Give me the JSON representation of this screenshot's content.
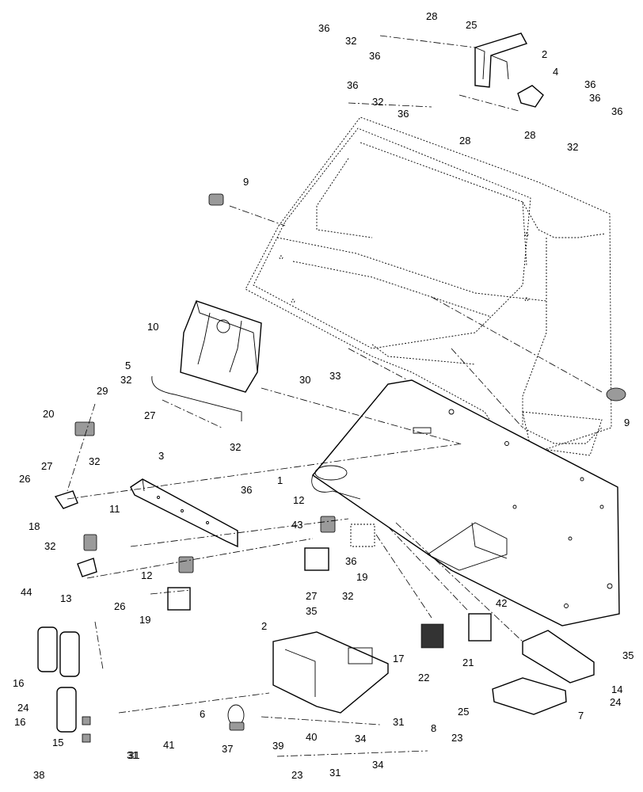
{
  "callouts": [
    {
      "id": "c36a",
      "text": "36"
    },
    {
      "id": "c32a",
      "text": "32"
    },
    {
      "id": "c36b",
      "text": "36"
    },
    {
      "id": "c28a",
      "text": "28"
    },
    {
      "id": "c25a",
      "text": "25"
    },
    {
      "id": "c2a",
      "text": "2"
    },
    {
      "id": "c4",
      "text": "4"
    },
    {
      "id": "c36c",
      "text": "36"
    },
    {
      "id": "c32b",
      "text": "32"
    },
    {
      "id": "c36d",
      "text": "36"
    },
    {
      "id": "c36e",
      "text": "36"
    },
    {
      "id": "c36f",
      "text": "36"
    },
    {
      "id": "c36g",
      "text": "36"
    },
    {
      "id": "c28b",
      "text": "28"
    },
    {
      "id": "c28c",
      "text": "28"
    },
    {
      "id": "c32c",
      "text": "32"
    },
    {
      "id": "c9a",
      "text": "9"
    },
    {
      "id": "c10",
      "text": "10"
    },
    {
      "id": "c5",
      "text": "5"
    },
    {
      "id": "c32d",
      "text": "32"
    },
    {
      "id": "c29",
      "text": "29"
    },
    {
      "id": "c30",
      "text": "30"
    },
    {
      "id": "c33",
      "text": "33"
    },
    {
      "id": "c9b",
      "text": "9"
    },
    {
      "id": "c20",
      "text": "20"
    },
    {
      "id": "c27a",
      "text": "27"
    },
    {
      "id": "c32e",
      "text": "32"
    },
    {
      "id": "c27b",
      "text": "27"
    },
    {
      "id": "c32f",
      "text": "32"
    },
    {
      "id": "c3",
      "text": "3"
    },
    {
      "id": "c26a",
      "text": "26"
    },
    {
      "id": "c1",
      "text": "1"
    },
    {
      "id": "c36h",
      "text": "36"
    },
    {
      "id": "c18",
      "text": "18"
    },
    {
      "id": "c11",
      "text": "11"
    },
    {
      "id": "c12a",
      "text": "12"
    },
    {
      "id": "c43",
      "text": "43"
    },
    {
      "id": "c32g",
      "text": "32"
    },
    {
      "id": "c36i",
      "text": "36"
    },
    {
      "id": "c44",
      "text": "44"
    },
    {
      "id": "c13",
      "text": "13"
    },
    {
      "id": "c19a",
      "text": "19"
    },
    {
      "id": "c12b",
      "text": "12"
    },
    {
      "id": "c26b",
      "text": "26"
    },
    {
      "id": "c19b",
      "text": "19"
    },
    {
      "id": "c27c",
      "text": "27"
    },
    {
      "id": "c32h",
      "text": "32"
    },
    {
      "id": "c42",
      "text": "42"
    },
    {
      "id": "c35a",
      "text": "35"
    },
    {
      "id": "c2b",
      "text": "2"
    },
    {
      "id": "c35b",
      "text": "35"
    },
    {
      "id": "c17",
      "text": "17"
    },
    {
      "id": "c21",
      "text": "21"
    },
    {
      "id": "c22",
      "text": "22"
    },
    {
      "id": "c16a",
      "text": "16"
    },
    {
      "id": "c14",
      "text": "14"
    },
    {
      "id": "c24a",
      "text": "24"
    },
    {
      "id": "c24b",
      "text": "24"
    },
    {
      "id": "c16b",
      "text": "16"
    },
    {
      "id": "c6",
      "text": "6"
    },
    {
      "id": "c25b",
      "text": "25"
    },
    {
      "id": "c7",
      "text": "7"
    },
    {
      "id": "c31a",
      "text": "31"
    },
    {
      "id": "c8",
      "text": "8"
    },
    {
      "id": "c15",
      "text": "15"
    },
    {
      "id": "c23a",
      "text": "23"
    },
    {
      "id": "c31b",
      "text": "31"
    },
    {
      "id": "c41",
      "text": "41"
    },
    {
      "id": "c37",
      "text": "37"
    },
    {
      "id": "c39",
      "text": "39"
    },
    {
      "id": "c40",
      "text": "40"
    },
    {
      "id": "c34a",
      "text": "34"
    },
    {
      "id": "c38",
      "text": "38"
    },
    {
      "id": "c31c",
      "text": "31"
    },
    {
      "id": "c23b",
      "text": "23"
    },
    {
      "id": "c31d",
      "text": "31"
    },
    {
      "id": "c34b",
      "text": "34"
    }
  ]
}
